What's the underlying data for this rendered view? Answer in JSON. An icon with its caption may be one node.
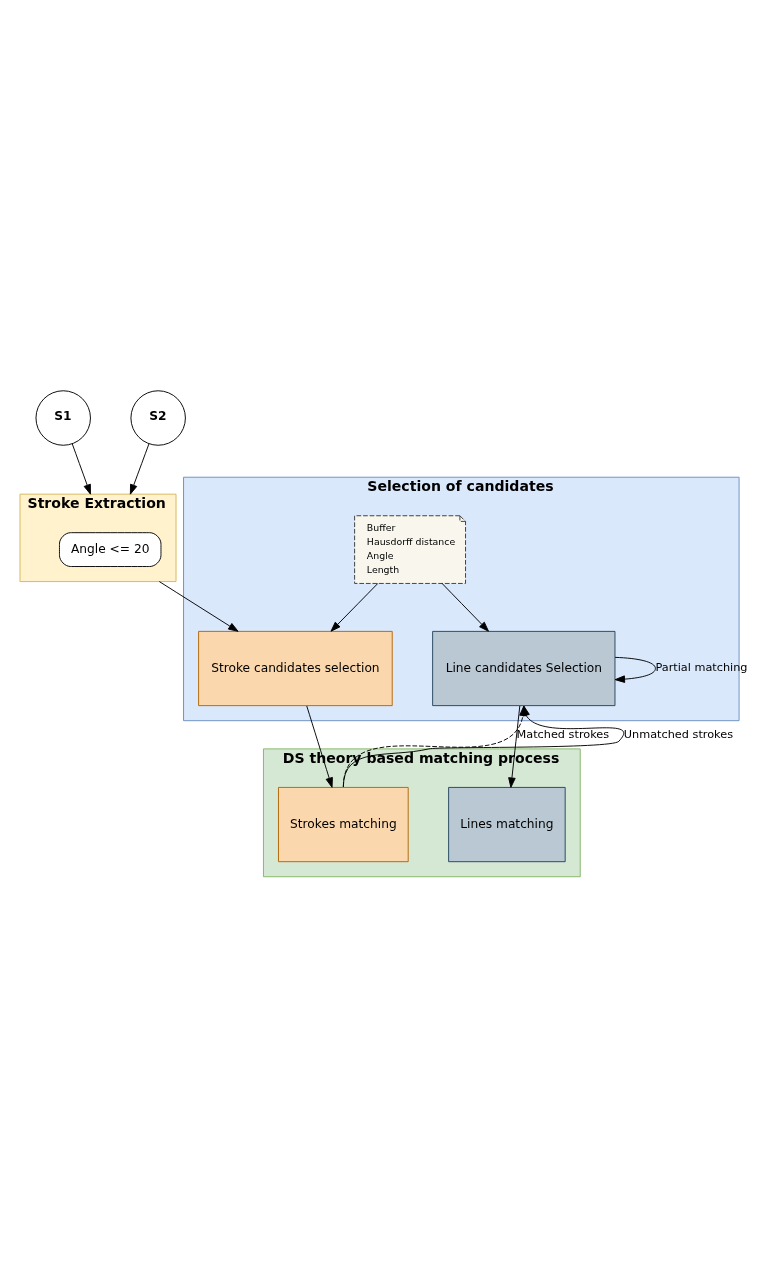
{
  "diagram": {
    "nodes": [
      {
        "text": [
          "S1"
        ]
      },
      {
        "text": [
          "S2"
        ]
      },
      {
        "text": [
          "Stroke Extraction"
        ]
      },
      {
        "text": [
          "Angle <= 20"
        ],
        "in": 2
      },
      {
        "text": [
          "Selection of candidates"
        ]
      },
      {
        "text": [
          "Stroke candidates selection"
        ],
        "in": 4
      },
      {
        "text": [
          "Buffer",
          "Hausdorff distance",
          "Angle",
          "Length"
        ],
        "in": 4
      },
      {
        "text": [
          "Line candidates Selection"
        ],
        "in": 4
      },
      {
        "text": [
          "DS theory based matching process"
        ]
      },
      {
        "text": [
          "Strokes matching"
        ],
        "in": 8
      },
      {
        "text": [
          "Lines matching"
        ],
        "in": 8
      }
    ],
    "edges": [
      {
        "from": 0,
        "to": 2,
        "arrow": "to"
      },
      {
        "from": 1,
        "to": 2,
        "arrow": "to"
      },
      {
        "from": 2,
        "to": 5,
        "arrow": "to"
      },
      {
        "from": 6,
        "to": 5,
        "arrow": "to"
      },
      {
        "from": 6,
        "to": 7,
        "arrow": "to"
      },
      {
        "from": 7,
        "to": 7,
        "arrow": "to",
        "label": "Partial matching"
      },
      {
        "from": 5,
        "to": 9,
        "arrow": "to"
      },
      {
        "from": 9,
        "to": 7,
        "arrow": "to",
        "label": "Matched strokes",
        "style": "dashed"
      },
      {
        "from": 7,
        "to": 10,
        "arrow": "to"
      },
      {
        "from": 9,
        "to": 7,
        "arrow": "to",
        "label": "Unmatched strokes"
      }
    ]
  }
}
